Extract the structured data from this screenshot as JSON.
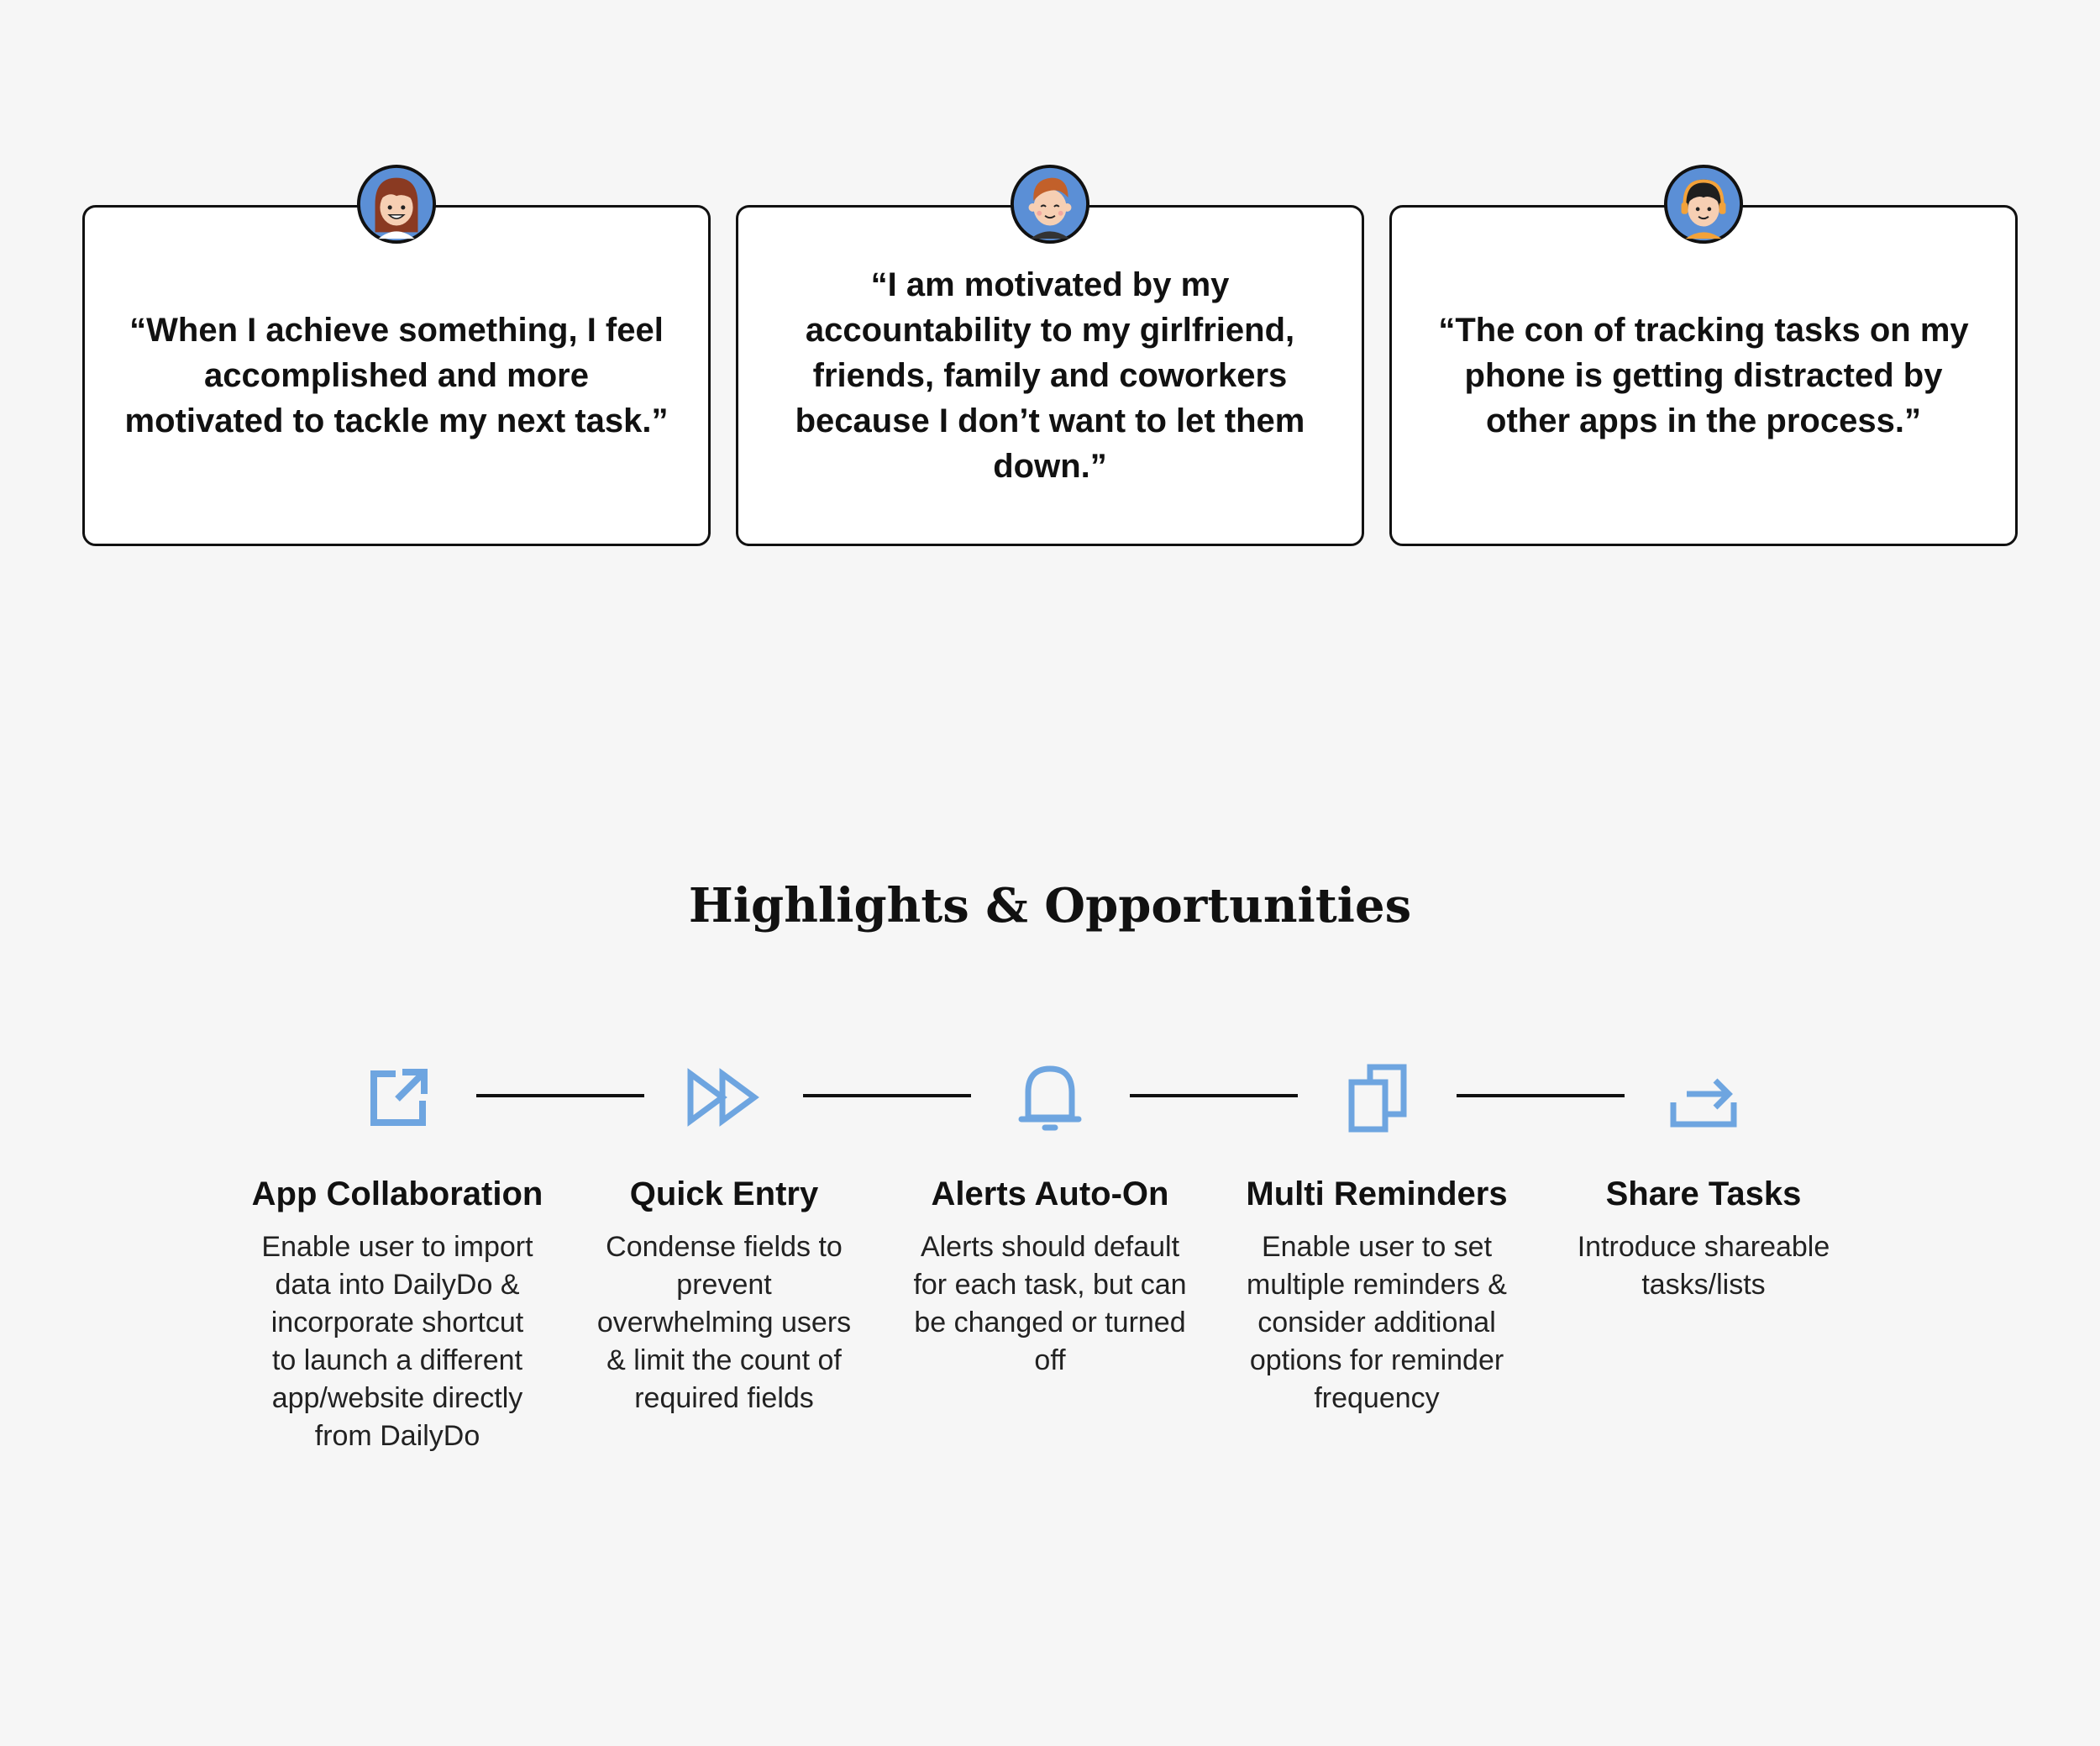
{
  "colors": {
    "background": "#f6f6f6",
    "card_background": "#ffffff",
    "card_border": "#111111",
    "text": "#111111",
    "icon_accent": "#6ea5e0",
    "avatar_ring": "#5b8fd6"
  },
  "quotes": [
    {
      "text": "“When I achieve something, I feel accomplished and more motivated to tackle my next task.”",
      "avatar": "woman-avatar"
    },
    {
      "text": "“I am motivated by my accountability to my girlfriend, friends, family and coworkers because I don’t want to let them down.”",
      "avatar": "man-avatar"
    },
    {
      "text": "“The con of tracking tasks on my phone is getting distracted by other apps in the process.”",
      "avatar": "woman-headset-avatar"
    }
  ],
  "section": {
    "title": "Highlights & Opportunities"
  },
  "features": [
    {
      "icon": "external-link-icon",
      "title": "App Collaboration",
      "description": "Enable user to import data into DailyDo & incorporate shortcut to launch a different app/website directly from DailyDo"
    },
    {
      "icon": "fast-forward-icon",
      "title": "Quick Entry",
      "description": "Condense fields to prevent overwhelming users & limit the count of required fields"
    },
    {
      "icon": "bell-icon",
      "title": "Alerts Auto-On",
      "description": "Alerts should default for each task, but can be changed or turned off"
    },
    {
      "icon": "copy-icon",
      "title": "Multi Reminders",
      "description": "Enable user to set multiple reminders & consider additional options for reminder frequency"
    },
    {
      "icon": "share-icon",
      "title": "Share Tasks",
      "description": "Introduce shareable tasks/lists"
    }
  ]
}
